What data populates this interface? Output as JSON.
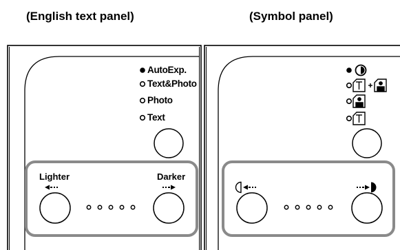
{
  "captions": {
    "english": "(English text panel)",
    "symbol": "(Symbol panel)"
  },
  "english_panel": {
    "modes": [
      {
        "label": "AutoExp.",
        "selected": true
      },
      {
        "label": "Text&Photo",
        "selected": false
      },
      {
        "label": "Photo",
        "selected": false
      },
      {
        "label": "Text",
        "selected": false
      }
    ],
    "lighter_label": "Lighter",
    "darker_label": "Darker"
  },
  "symbol_panel": {
    "modes": [
      {
        "icon": "auto-exposure-icon",
        "selected": true
      },
      {
        "icon": "text-and-photo-icon",
        "selected": false
      },
      {
        "icon": "photo-icon",
        "selected": false
      },
      {
        "icon": "text-icon",
        "selected": false
      }
    ]
  },
  "density_indicator_count": 5,
  "colors": {
    "highlight_frame": "#888888",
    "line": "#000000"
  }
}
